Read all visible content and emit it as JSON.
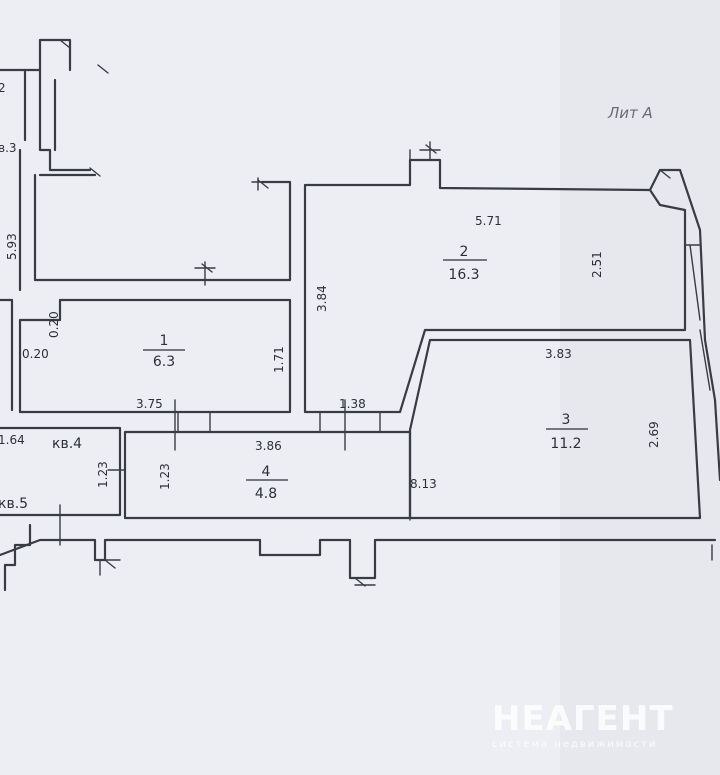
{
  "sheet_label": "Лит А",
  "rooms": {
    "r1": {
      "number": "1",
      "area": "6.3"
    },
    "r2": {
      "number": "2",
      "area": "16.3"
    },
    "r3": {
      "number": "3",
      "area": "11.2"
    },
    "r4": {
      "number": "4",
      "area": "4.8"
    }
  },
  "dimensions": {
    "d_593": "5.93",
    "d_571": "5.71",
    "d_251": "2.51",
    "d_384": "3.84",
    "d_020a": "0.20",
    "d_020b": "0.20",
    "d_171": "1.71",
    "d_375": "3.75",
    "d_138": "1.38",
    "d_383": "3.83",
    "d_269": "2.69",
    "d_386": "3.86",
    "d_123a": "1.23",
    "d_123b": "1.23",
    "d_813": "8.13",
    "d_164": "1.64",
    "d_83": "в.3",
    "d_2": "2"
  },
  "neighbors": {
    "kv4": "кв.4",
    "kv5": "кв.5"
  },
  "watermark": {
    "brand": "НЕАГЕНТ",
    "tagline": "система недвижимости"
  }
}
